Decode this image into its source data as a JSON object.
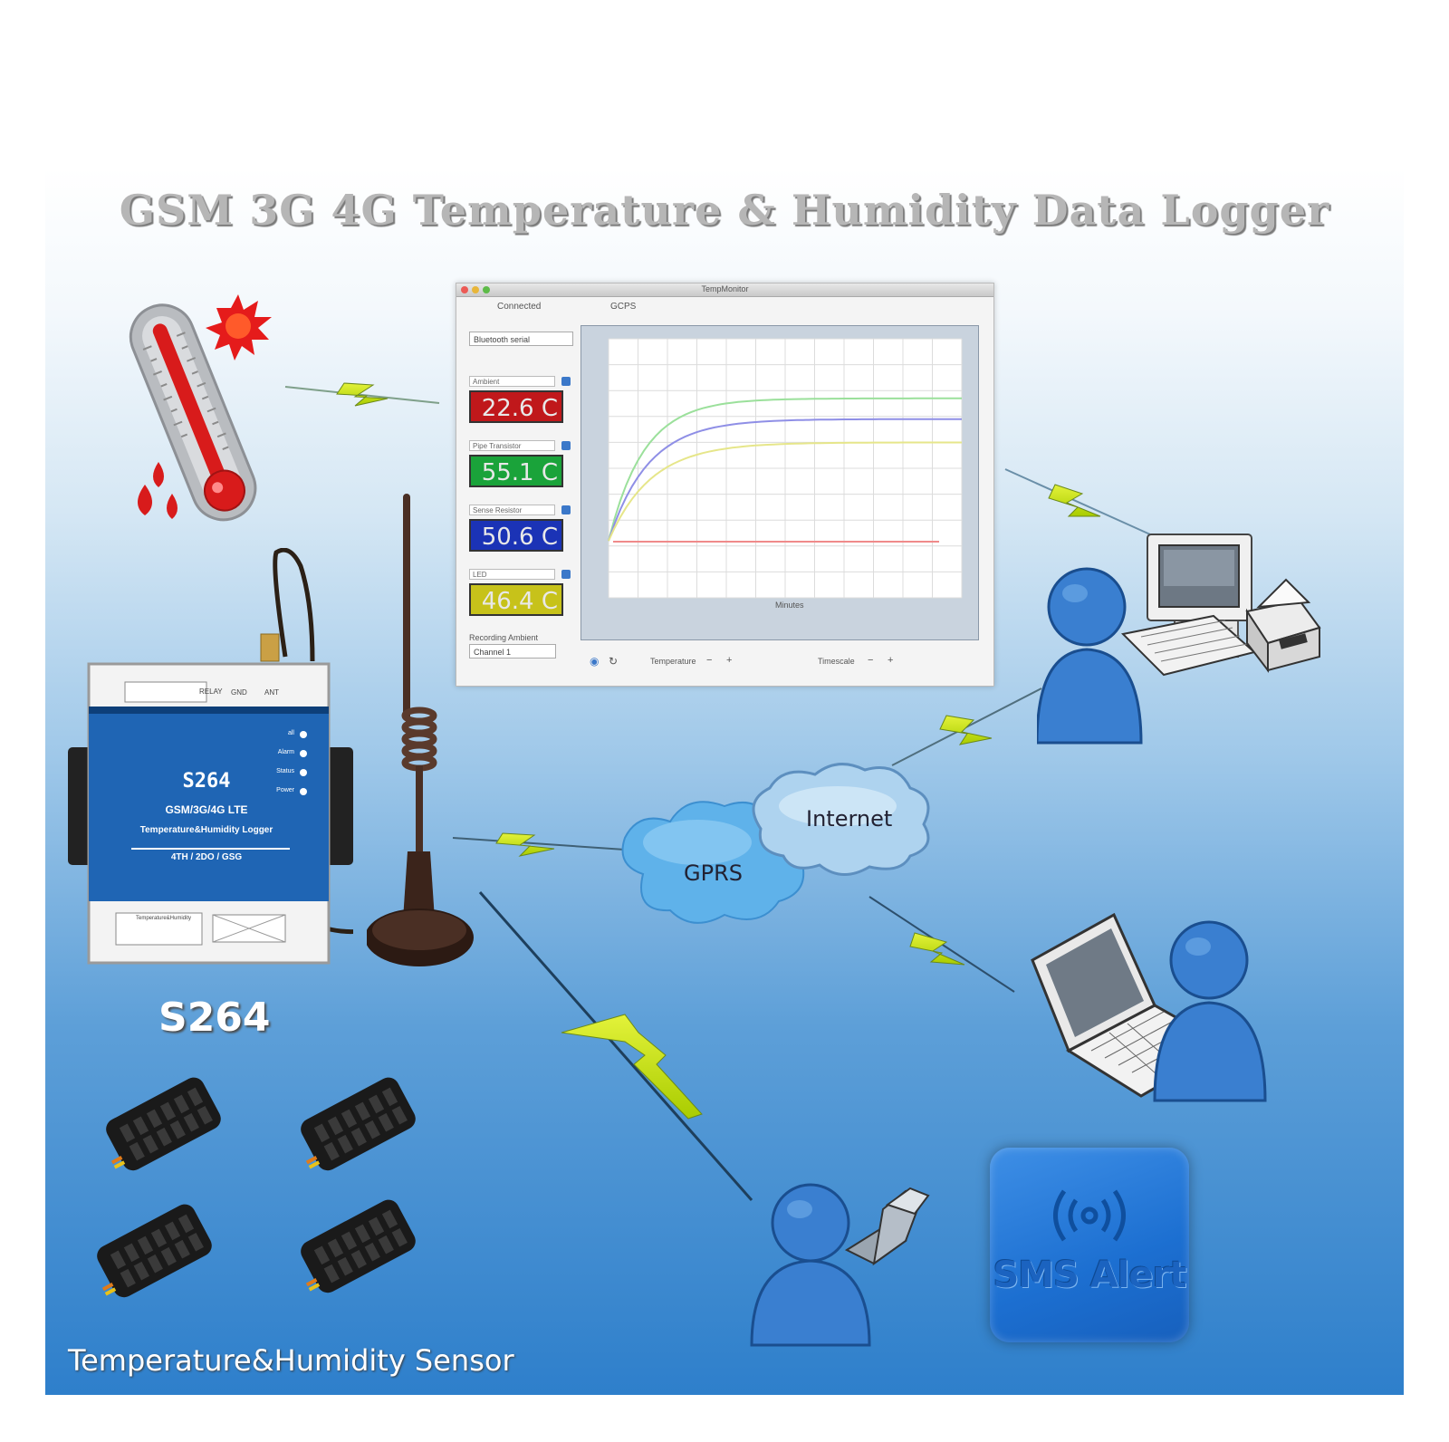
{
  "title": "GSM 3G 4G Temperature & Humidity Data Logger",
  "software_window": {
    "window_title": "TempMonitor",
    "tabs": [
      "Connected",
      "GCPS"
    ],
    "port_select": "Bluetooth serial",
    "channels": [
      {
        "name": "Ambient",
        "value": "22.6 C",
        "color": "#c0181b"
      },
      {
        "name": "Pipe Transistor",
        "value": "55.1 C",
        "color": "#1aa33a"
      },
      {
        "name": "Sense Resistor",
        "value": "50.6 C",
        "color": "#1b33b6"
      },
      {
        "name": "LED",
        "value": "46.4 C",
        "color": "#c7c21a"
      }
    ],
    "recording_label": "Recording Ambient",
    "recording_channel": "Channel 1",
    "bottom_labels": [
      "Temperature",
      "Timescale"
    ],
    "chart_axis_label": "Minutes"
  },
  "device": {
    "model": "S264",
    "line1": "GSM/3G/4G LTE",
    "line2": "Temperature&Humidity Logger",
    "line3": "4TH / 2DO / GSG",
    "leds": [
      "all",
      "Alarm",
      "Status",
      "Power"
    ],
    "top_labels": [
      "GND",
      "ANT"
    ],
    "relay_label": "RELAY",
    "bottom_label": "Temperature&Humidity"
  },
  "device_label": "S264",
  "sensor_label": "Temperature&Humidity Sensor",
  "clouds": {
    "gprs": "GPRS",
    "internet": "Internet"
  },
  "sms_alert": "SMS Alert",
  "colors": {
    "lightning": "#c8e000",
    "person": "#3a7fd0",
    "thermometer": "#d81b1b"
  },
  "icons": [
    "thermometer-icon",
    "desktop-computer-icon",
    "printer-icon",
    "laptop-icon",
    "mobile-phone-icon",
    "antenna-icon",
    "sensor-icon",
    "person-icon"
  ]
}
